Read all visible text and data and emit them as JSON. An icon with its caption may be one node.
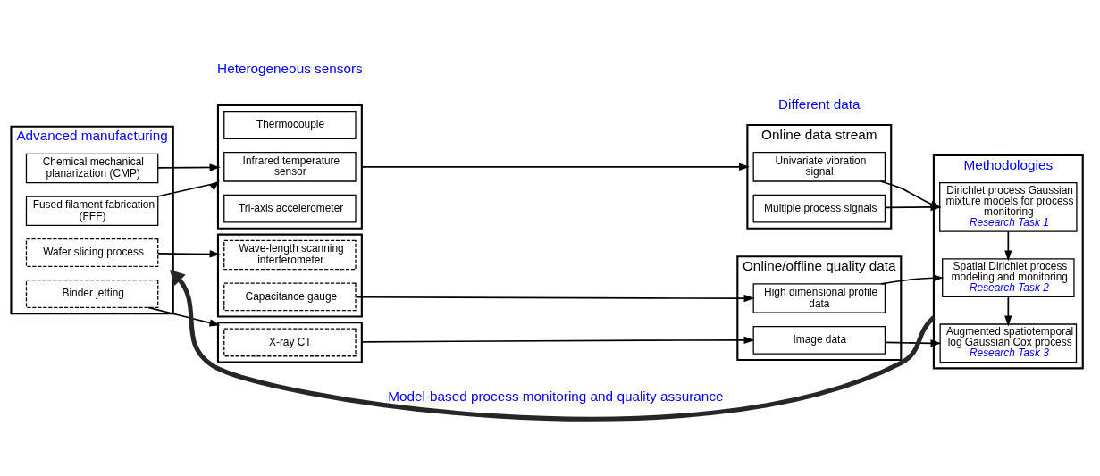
{
  "diagram": {
    "nodes": [
      {
        "text": [
          "Advanced manufacturing"
        ]
      },
      {
        "text": [
          "Chemical mechanical planarization (CMP)"
        ],
        "in": 0
      },
      {
        "text": [
          "Fused filament fabrication (FFF)"
        ],
        "in": 0
      },
      {
        "text": [
          "Wafer slicing process"
        ],
        "in": 0
      },
      {
        "text": [
          "Binder jetting"
        ],
        "in": 0
      },
      {
        "text": [],
        "shape": "box"
      },
      {
        "text": [
          "Thermocouple"
        ],
        "in": 5
      },
      {
        "text": [
          "Infrared temperature sensor"
        ],
        "in": 5
      },
      {
        "text": [
          "Tri-axis accelerometer"
        ],
        "in": 5
      },
      {
        "text": [],
        "shape": "box"
      },
      {
        "text": [
          "Wave-length scanning interferometer"
        ],
        "in": 9
      },
      {
        "text": [
          "Capacitance gauge"
        ],
        "in": 9
      },
      {
        "text": [],
        "shape": "box"
      },
      {
        "text": [
          "X-ray CT"
        ],
        "in": 12
      },
      {
        "text": [
          "Online data stream"
        ]
      },
      {
        "text": [
          "Univariate vibration signal"
        ],
        "in": 14
      },
      {
        "text": [
          "Multiple process signals"
        ],
        "in": 14
      },
      {
        "text": [
          "Online/offline quality data"
        ]
      },
      {
        "text": [
          "High dimensional profile data"
        ],
        "in": 17
      },
      {
        "text": [
          "Image data"
        ],
        "in": 17
      },
      {
        "text": [
          "Methodologies"
        ]
      },
      {
        "text": [
          "Dirichlet process Gaussian mixture models for process monitoring",
          "Research Task 1"
        ],
        "in": 20
      },
      {
        "text": [
          "Spatial Dirichlet process modeling and monitoring",
          "Research Task 2"
        ],
        "in": 20
      },
      {
        "text": [
          "Augmented spatiotemporal log Gaussian Cox process",
          "Research Task 3"
        ],
        "in": 20
      }
    ],
    "edges": [
      {
        "from": 1,
        "to": 5,
        "arrow": "to"
      },
      {
        "from": 2,
        "to": 5,
        "arrow": "to"
      },
      {
        "from": 3,
        "to": 9,
        "arrow": "to"
      },
      {
        "from": 4,
        "to": 12,
        "arrow": "to"
      },
      {
        "from": 5,
        "to": 14,
        "arrow": "to"
      },
      {
        "from": 11,
        "to": 18,
        "arrow": "to"
      },
      {
        "from": 12,
        "to": 19,
        "arrow": "to"
      },
      {
        "from": 15,
        "to": 21,
        "arrow": "to"
      },
      {
        "from": 16,
        "to": 21,
        "arrow": "to"
      },
      {
        "from": 18,
        "to": 22,
        "arrow": "to"
      },
      {
        "from": 19,
        "to": 23,
        "arrow": "to"
      },
      {
        "from": 21,
        "to": 22,
        "arrow": "to"
      },
      {
        "from": 22,
        "to": 23,
        "arrow": "to"
      },
      {
        "from": 20,
        "to": 0,
        "arrow": "to",
        "label": "Model-based process monitoring and quality assurance",
        "style": "thick",
        "color": "#262626"
      }
    ],
    "labels": [
      "Heterogeneous sensors",
      "Different data"
    ]
  }
}
